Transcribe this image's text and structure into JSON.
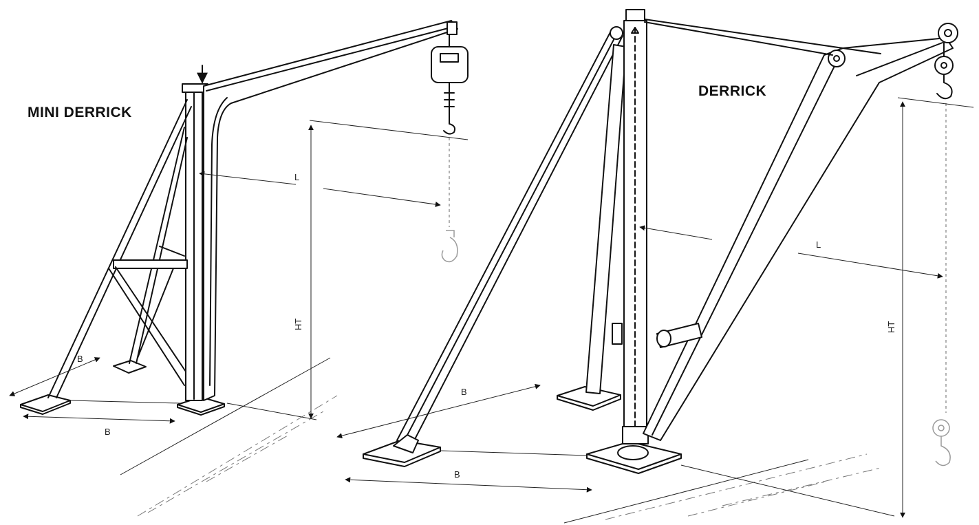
{
  "labels": {
    "mini_title": "MINI DERRICK",
    "derrick_title": "DERRICK",
    "mini_L": "L",
    "mini_HT": "HT",
    "mini_B_front": "B",
    "mini_B_side": "B",
    "der_L": "L",
    "der_HT": "HT",
    "der_B_back": "B",
    "der_B_front": "B"
  },
  "colors": {
    "line": "#111111",
    "background": "#ffffff",
    "ghost_hook": "#9a9a9a"
  },
  "icons": [
    "hook-icon",
    "digital-scale-icon",
    "pulley-icon",
    "winch-icon"
  ]
}
